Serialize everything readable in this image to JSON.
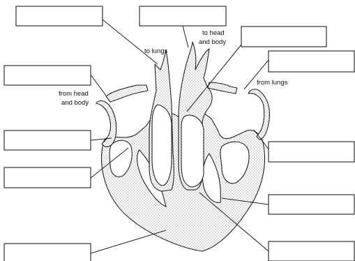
{
  "annotations": {
    "to_lungs": "to lungs",
    "to_head_line1": "to head",
    "to_head_line2": "and body",
    "from_head_line1": "from head",
    "from_head_line2": "and body",
    "from_lungs": "from lungs"
  },
  "answer_boxes": [
    "",
    "",
    "",
    "",
    "",
    "",
    "",
    "",
    "",
    ""
  ]
}
